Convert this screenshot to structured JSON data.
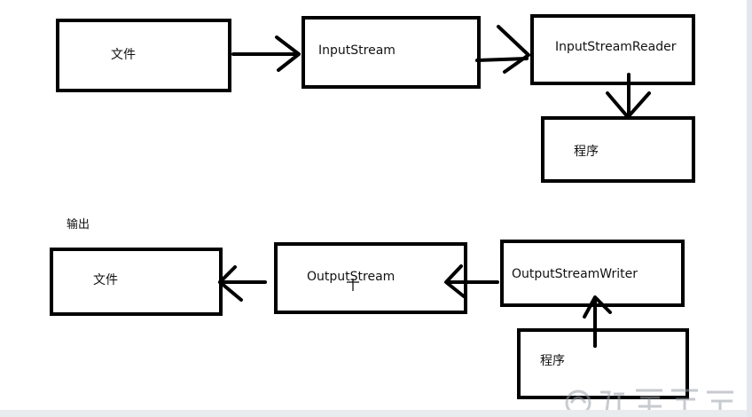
{
  "input_diagram": {
    "file_label": "文件",
    "input_stream_label": "InputStream",
    "input_stream_reader_label": "InputStreamReader",
    "program_label": "程序"
  },
  "output_section_label": "输出",
  "output_diagram": {
    "file_label": "文件",
    "output_stream_label": "OutputStream",
    "output_stream_writer_label": "OutputStreamWriter",
    "program_label": "程序"
  }
}
